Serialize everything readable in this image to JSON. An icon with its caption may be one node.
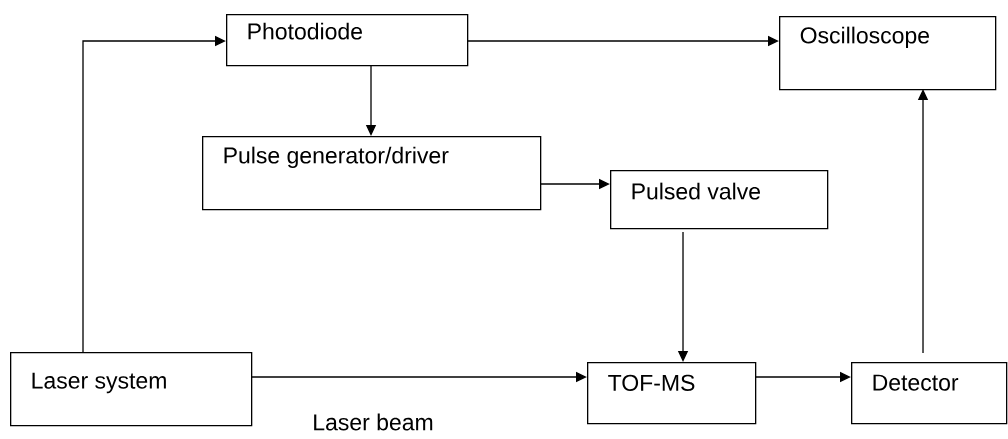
{
  "diagram": {
    "nodes": [
      {
        "text": [
          "Laser system"
        ]
      },
      {
        "text": [
          "Photodiode"
        ]
      },
      {
        "text": [
          "Oscilloscope"
        ]
      },
      {
        "text": [
          "Pulse generator/driver"
        ]
      },
      {
        "text": [
          "Pulsed valve"
        ]
      },
      {
        "text": [
          "TOF-MS"
        ]
      },
      {
        "text": [
          "Detector"
        ]
      }
    ],
    "edges": [
      {
        "from": 0,
        "to": 1,
        "arrow": "to"
      },
      {
        "from": 1,
        "to": 2,
        "arrow": "to"
      },
      {
        "from": 1,
        "to": 3,
        "arrow": "to"
      },
      {
        "from": 3,
        "to": 4,
        "arrow": "to"
      },
      {
        "from": 4,
        "to": 5,
        "arrow": "to"
      },
      {
        "from": 0,
        "to": 5,
        "arrow": "to",
        "label": "Laser beam"
      },
      {
        "from": 5,
        "to": 6,
        "arrow": "to"
      },
      {
        "from": 6,
        "to": 2,
        "arrow": "to"
      }
    ]
  }
}
